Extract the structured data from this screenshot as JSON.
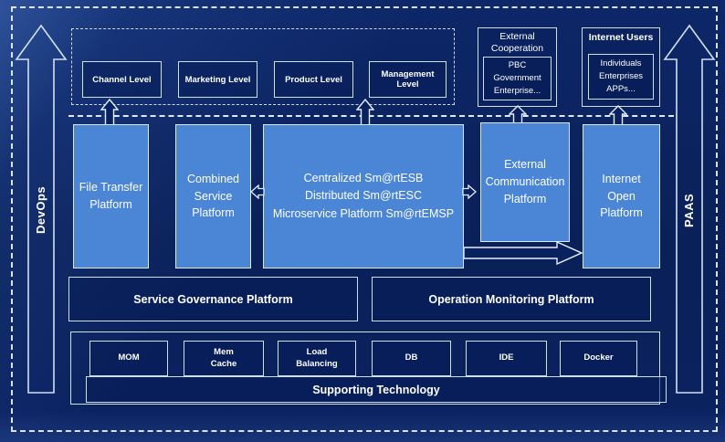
{
  "rails": {
    "left_label": "DevOps",
    "right_label": "PAAS"
  },
  "access_levels": {
    "items": [
      "Channel Level",
      "Marketing Level",
      "Product Level",
      "Management Level"
    ]
  },
  "external_cooperation": {
    "title": "External Cooperation",
    "members": "PBC Government Enterprise..."
  },
  "internet_users": {
    "title": "Internet Users",
    "members": "Individuals Enterprises APPs..."
  },
  "platforms": {
    "file_transfer": "File Transfer Platform",
    "combined_service": "Combined Service Platform",
    "central_lines": [
      "Centralized Sm@rtESB",
      "Distributed Sm@rtESC",
      "Microservice Platform Sm@rtEMSP"
    ],
    "external_communication": "External Communication Platform",
    "internet_open": "Internet Open Platform"
  },
  "governance": {
    "service_governance": "Service Governance Platform",
    "operation_monitoring": "Operation Monitoring Platform"
  },
  "supporting": {
    "label": "Supporting Technology",
    "boxes": [
      {
        "lines": [
          "MOM"
        ]
      },
      {
        "lines": [
          "Mem",
          "Cache"
        ]
      },
      {
        "lines": [
          "Load",
          "Balancing"
        ]
      },
      {
        "lines": [
          "DB"
        ]
      },
      {
        "lines": [
          "IDE"
        ]
      },
      {
        "lines": [
          "Docker"
        ]
      }
    ]
  },
  "colors": {
    "background": "#0a2160",
    "platform_fill": "#4a85d6",
    "border_light": "#d9e8f8",
    "dark_fill": "#0a2361"
  }
}
